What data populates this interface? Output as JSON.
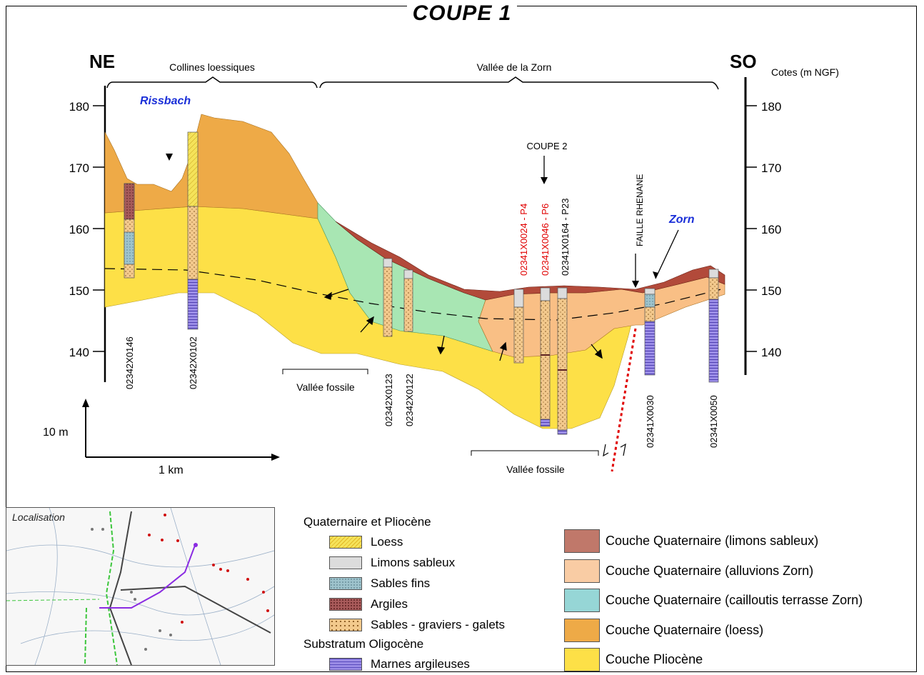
{
  "title": "COUPE 1",
  "orientation": {
    "left": "NE",
    "right": "SO"
  },
  "axis_label_right": "Cotes (m NGF)",
  "elevation_ticks": [
    "180",
    "170",
    "160",
    "150",
    "140"
  ],
  "regions": {
    "collines": "Collines loessiques",
    "vallee": "Vallée de la Zorn"
  },
  "rivers": {
    "rissbach": "Rissbach",
    "zorn": "Zorn"
  },
  "coupe2_label": "COUPE 2",
  "faille_label": "FAILLE RHENANE",
  "fossil_valley_label": "Vallée fossile",
  "fossil_valley_label_2": "Vallée fossile",
  "scale": {
    "vertical": "10 m",
    "horizontal": "1 km"
  },
  "boreholes": {
    "b146": "02342X0146",
    "b102": "02342X0102",
    "b123": "02342X0123",
    "b122": "02342X0122",
    "p4": "02341X0024 - P4",
    "p6": "02341X0046 - P6",
    "p23": "02341X0164 - P23",
    "b030": "02341X0030",
    "b050": "02341X0050"
  },
  "location_map": {
    "title": "Localisation"
  },
  "legend_boreholes": {
    "heading_1": "Quaternaire et Pliocène",
    "items_1": [
      "Loess",
      "Limons sableux",
      "Sables fins",
      "Argiles",
      "Sables - graviers - galets"
    ],
    "heading_2": "Substratum Oligocène",
    "items_2": [
      "Marnes argileuses"
    ]
  },
  "legend_layers": [
    {
      "label": "Couche Quaternaire (limons sableux)",
      "color": "#c0786a"
    },
    {
      "label": "Couche Quaternaire (alluvions Zorn)",
      "color": "#f9cca4"
    },
    {
      "label": "Couche Quaternaire (cailloutis terrasse Zorn)",
      "color": "#96d6d6"
    },
    {
      "label": "Couche Quaternaire (loess)",
      "color": "#eeaa47"
    },
    {
      "label": "Couche Pliocène",
      "color": "#fde047"
    }
  ]
}
